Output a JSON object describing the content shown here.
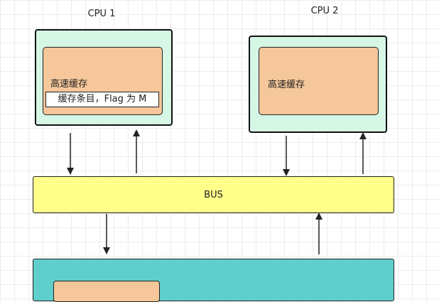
{
  "cpu1": {
    "title": "CPU 1",
    "cache_label": "高速缓存",
    "entry_label": "缓存条目，Flag 为 M"
  },
  "cpu2": {
    "title": "CPU 2",
    "cache_label": "高速缓存"
  },
  "bus": {
    "label": "BUS"
  },
  "colors": {
    "cpu_fill": "#d6f6e6",
    "cache_fill": "#f5c79a",
    "bus_fill": "#ffff8a",
    "memory_fill": "#5fcfcb"
  }
}
